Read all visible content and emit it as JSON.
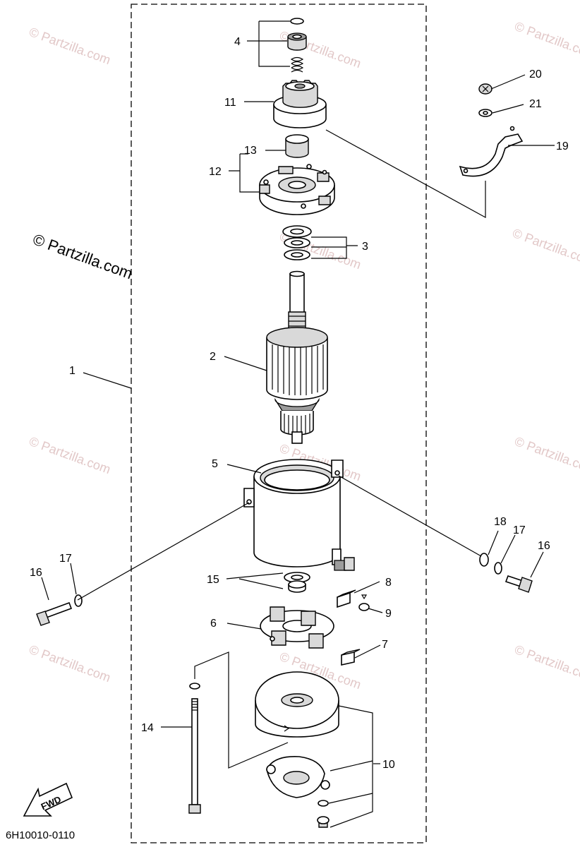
{
  "watermark": {
    "text": "© Partzilla.com"
  },
  "callouts": [
    "1",
    "2",
    "3",
    "4",
    "5",
    "6",
    "7",
    "8",
    "9",
    "10",
    "11",
    "12",
    "13",
    "14",
    "15",
    "16",
    "17",
    "18",
    "19",
    "20",
    "21"
  ],
  "fwd_label": "FWD",
  "diagram_code": "6H10010-0110"
}
